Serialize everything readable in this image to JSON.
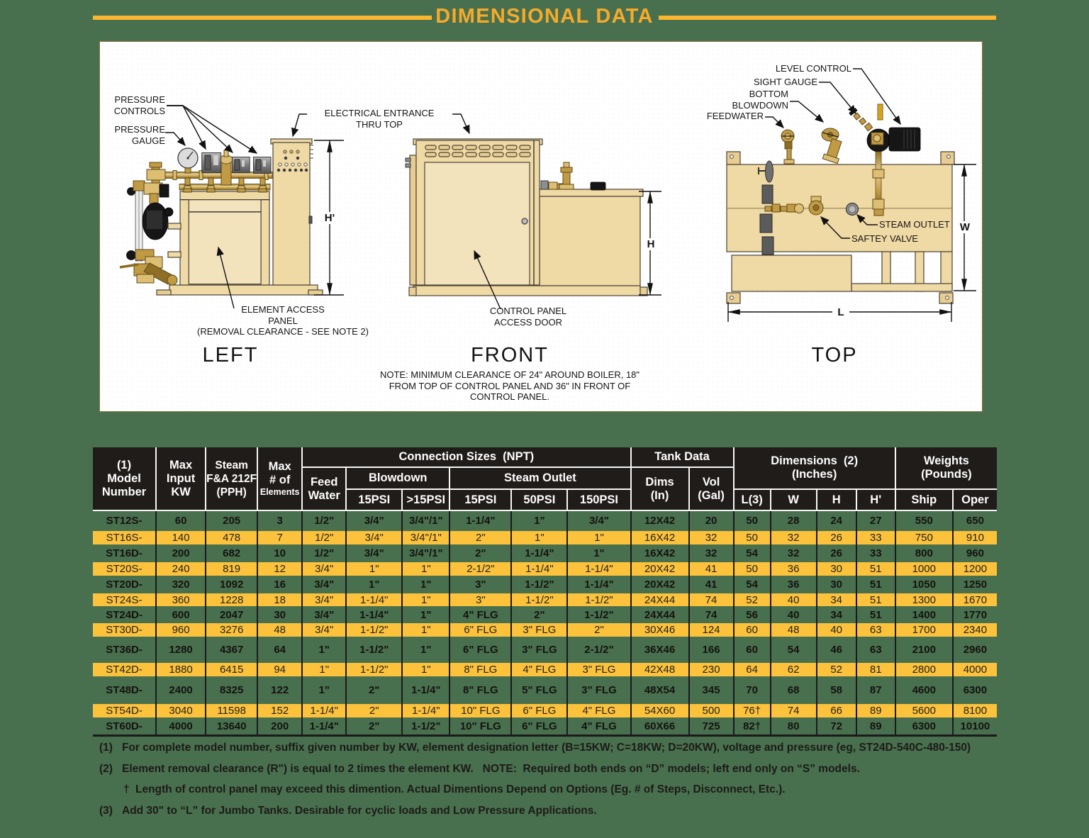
{
  "page": {
    "title": "DIMENSIONAL DATA",
    "colors": {
      "background_green": "#49704E",
      "accent_gold": "#F5AA2B",
      "row_highlight_gold": "#FCC23C",
      "table_header_black": "#201C1A",
      "paper_white": "#FFFFFF"
    }
  },
  "drawing": {
    "left_view": {
      "pressure_controls": "PRESSURE\nCONTROLS",
      "pressure_gauge": "PRESSURE\nGAUGE",
      "electrical_entrance": "ELECTRICAL ENTRANCE\nTHRU TOP",
      "element_access": "ELEMENT ACCESS\nPANEL\n(REMOVAL CLEARANCE - SEE NOTE 2)",
      "title": "LEFT",
      "dim_h_prime": "H'"
    },
    "front_view": {
      "control_panel": "CONTROL PANEL\nACCESS DOOR",
      "title": "FRONT",
      "dim_h": "H",
      "note": "NOTE: MINIMUM CLEARANCE OF 24\" AROUND BOILER, 18\"\nFROM TOP OF CONTROL PANEL AND 36\" IN FRONT OF\nCONTROL PANEL."
    },
    "top_view": {
      "level_control": "LEVEL CONTROL",
      "sight_gauge": "SIGHT GAUGE",
      "bottom_blowdown": "BOTTOM\nBLOWDOWN",
      "feedwater": "FEEDWATER",
      "steam_outlet": "STEAM OUTLET",
      "safety_valve": "SAFTEY VALVE",
      "title": "TOP",
      "dim_w": "W",
      "dim_l": "L"
    }
  },
  "table": {
    "header": {
      "model": "(1)\nModel\nNumber",
      "max_input": "Max\nInput\nKW",
      "steam": "Steam\nF&A 212F\n(PPH)",
      "max_elements_top": "Max\n# of",
      "max_elements_small": "Elements",
      "connection_group": "Connection Sizes  (NPT)",
      "feed_water": "Feed\nWater",
      "blowdown": "Blowdown",
      "steam_outlet": "Steam Outlet",
      "blowdown_15psi": "15PSI",
      "blowdown_gt15psi": ">15PSI",
      "outlet_15psi": "15PSI",
      "outlet_50psi": "50PSI",
      "outlet_150psi": "150PSI",
      "tank_group": "Tank Data",
      "dims": "Dims\n(In)",
      "vol": "Vol\n(Gal)",
      "dimensions_group": "Dimensions  (2)\n(Inches)",
      "l3": "L(3)",
      "w": "W",
      "h": "H",
      "h_prime": "H'",
      "weights_group": "Weights\n(Pounds)",
      "ship": "Ship",
      "oper": "Oper"
    },
    "rows": [
      [
        "ST12S-",
        "60",
        "205",
        "3",
        "1/2\"",
        "3/4\"",
        "3/4\"/1\"",
        "1-1/4\"",
        "1\"",
        "3/4\"",
        "12X42",
        "20",
        "50",
        "28",
        "24",
        "27",
        "550",
        "650"
      ],
      [
        "ST16S-",
        "140",
        "478",
        "7",
        "1/2\"",
        "3/4\"",
        "3/4\"/1\"",
        "2\"",
        "1\"",
        "1\"",
        "16X42",
        "32",
        "50",
        "32",
        "26",
        "33",
        "750",
        "910"
      ],
      [
        "ST16D-",
        "200",
        "682",
        "10",
        "1/2\"",
        "3/4\"",
        "3/4\"/1\"",
        "2\"",
        "1-1/4\"",
        "1\"",
        "16X42",
        "32",
        "54",
        "32",
        "26",
        "33",
        "800",
        "960"
      ],
      [
        "ST20S-",
        "240",
        "819",
        "12",
        "3/4\"",
        "1\"",
        "1\"",
        "2-1/2\"",
        "1-1/4\"",
        "1-1/4\"",
        "20X42",
        "41",
        "50",
        "36",
        "30",
        "51",
        "1000",
        "1200"
      ],
      [
        "ST20D-",
        "320",
        "1092",
        "16",
        "3/4\"",
        "1\"",
        "1\"",
        "3\"",
        "1-1/2\"",
        "1-1/4\"",
        "20X42",
        "41",
        "54",
        "36",
        "30",
        "51",
        "1050",
        "1250"
      ],
      [
        "ST24S-",
        "360",
        "1228",
        "18",
        "3/4\"",
        "1-1/4\"",
        "1\"",
        "3\"",
        "1-1/2\"",
        "1-1/2\"",
        "24X44",
        "74",
        "52",
        "40",
        "34",
        "51",
        "1300",
        "1670"
      ],
      [
        "ST24D-",
        "600",
        "2047",
        "30",
        "3/4\"",
        "1-1/4\"",
        "1\"",
        "4\" FLG",
        "2\"",
        "1-1/2\"",
        "24X44",
        "74",
        "56",
        "40",
        "34",
        "51",
        "1400",
        "1770"
      ],
      [
        "ST30D-",
        "960",
        "3276",
        "48",
        "3/4\"",
        "1-1/2\"",
        "1\"",
        "6\" FLG",
        "3\" FLG",
        "2\"",
        "30X46",
        "124",
        "60",
        "48",
        "40",
        "63",
        "1700",
        "2340"
      ],
      [
        "ST36D-",
        "1280",
        "4367",
        "64",
        "1\"",
        "1-1/2\"",
        "1\"",
        "6\" FLG",
        "3\" FLG",
        "2-1/2\"",
        "36X46",
        "166",
        "60",
        "54",
        "46",
        "63",
        "2100",
        "2960"
      ],
      [
        "ST42D-",
        "1880",
        "6415",
        "94",
        "1\"",
        "1-1/2\"",
        "1\"",
        "8\" FLG",
        "4\" FLG",
        "3\" FLG",
        "42X48",
        "230",
        "64",
        "62",
        "52",
        "81",
        "2800",
        "4000"
      ],
      [
        "ST48D-",
        "2400",
        "8325",
        "122",
        "1\"",
        "2\"",
        "1-1/4\"",
        "8\" FLG",
        "5\" FLG",
        "3\" FLG",
        "48X54",
        "345",
        "70",
        "68",
        "58",
        "87",
        "4600",
        "6300"
      ],
      [
        "ST54D-",
        "3040",
        "11598",
        "152",
        "1-1/4\"",
        "2\"",
        "1-1/4\"",
        "10\" FLG",
        "6\" FLG",
        "4\" FLG",
        "54X60",
        "500",
        "76†",
        "74",
        "66",
        "89",
        "5600",
        "8100"
      ],
      [
        "ST60D-",
        "4000",
        "13640",
        "200",
        "1-1/4\"",
        "2\"",
        "1-1/2\"",
        "10\" FLG",
        "6\" FLG",
        "4\" FLG",
        "60X66",
        "725",
        "82†",
        "80",
        "72",
        "89",
        "6300",
        "10100"
      ]
    ]
  },
  "footnotes": [
    {
      "marker": "(1)",
      "text": "For complete model number, suffix given number by KW, element designation letter (B=15KW; C=18KW; D=20KW), voltage and pressure (eg, ST24D-540C-480-150)"
    },
    {
      "marker": "(2)",
      "text": "Element removal clearance (R\") is equal to 2 times the element KW.   NOTE:  Required both ends on “D” models; left end only on “S” models."
    },
    {
      "marker": "†",
      "text": "Length of control panel may exceed this dimention. Actual Dimentions Depend on Options (Eg. # of Steps, Disconnect, Etc.)."
    },
    {
      "marker": "(3)",
      "text": "Add 30\" to “L” for Jumbo Tanks. Desirable for cyclic loads and Low Pressure Applications."
    }
  ]
}
